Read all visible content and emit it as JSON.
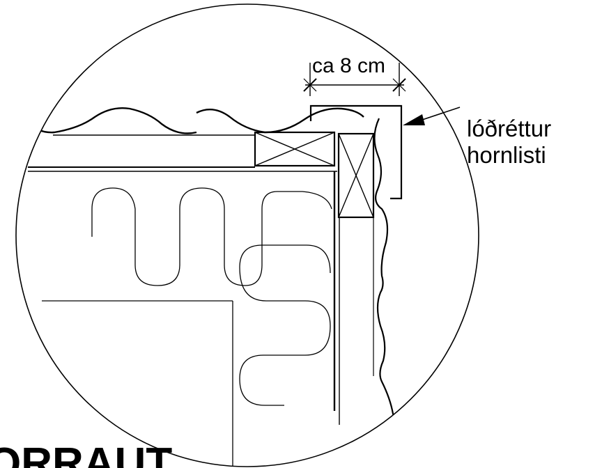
{
  "dimension": {
    "label": "ca 8 cm"
  },
  "callout": {
    "line1": "lóðréttur",
    "line2": "hornlisti"
  },
  "partial_title": "ORRAUT",
  "colors": {
    "ink": "#000000",
    "background": "#ffffff"
  }
}
